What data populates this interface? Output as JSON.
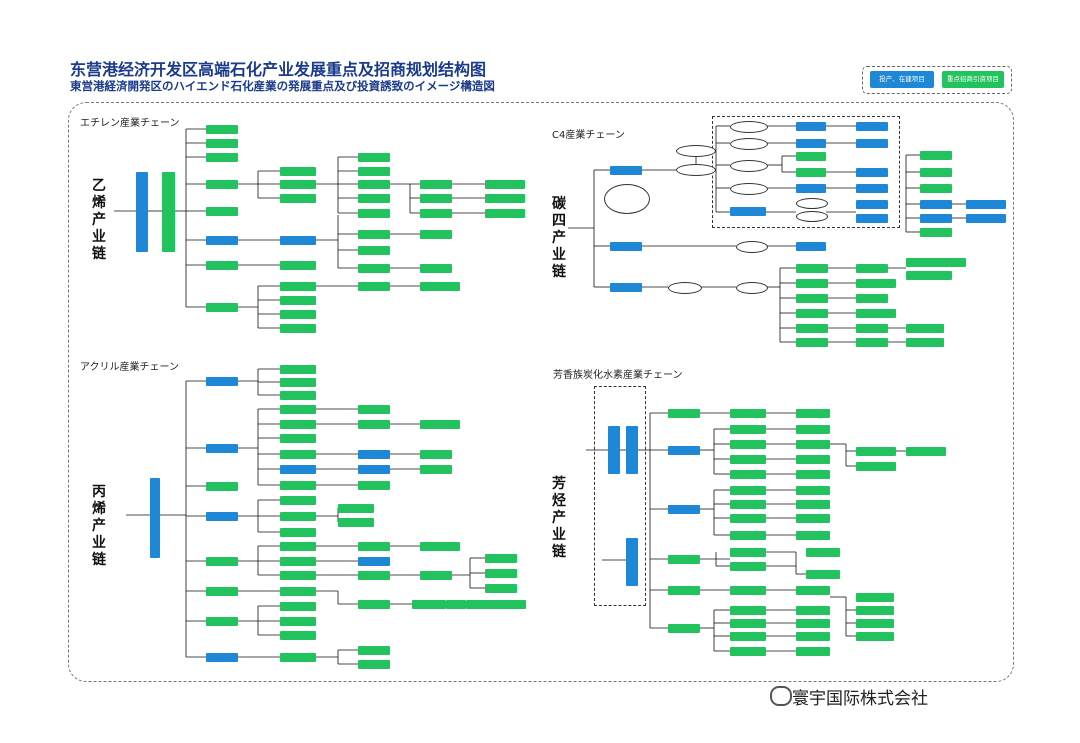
{
  "title": "东营港经济开发区高端石化产业发展重点及招商规划结构图",
  "subtitle": "東営港経済開発区のハイエンド石化産業の発展重点及び投資誘致のイメージ構造図",
  "legend": {
    "existing": "投产、在建项目",
    "target": "重点招商引资项目"
  },
  "colors": {
    "existing": "#1e88d6",
    "target": "#22c35e",
    "title": "#1a3a8c"
  },
  "sections": {
    "ethylene": "エチレン産業チェーン",
    "c4": "C4産業チェーン",
    "acrylic": "アクリル産業チェーン",
    "aromatic": "芳香族炭化水素産業チェーン"
  },
  "chains": {
    "ethylene": "乙烯产业链",
    "c4": "碳四产业链",
    "propylene": "丙烯产业链",
    "aromatic": "芳烃产业链"
  },
  "watermark": "寰宇国际株式会社"
}
